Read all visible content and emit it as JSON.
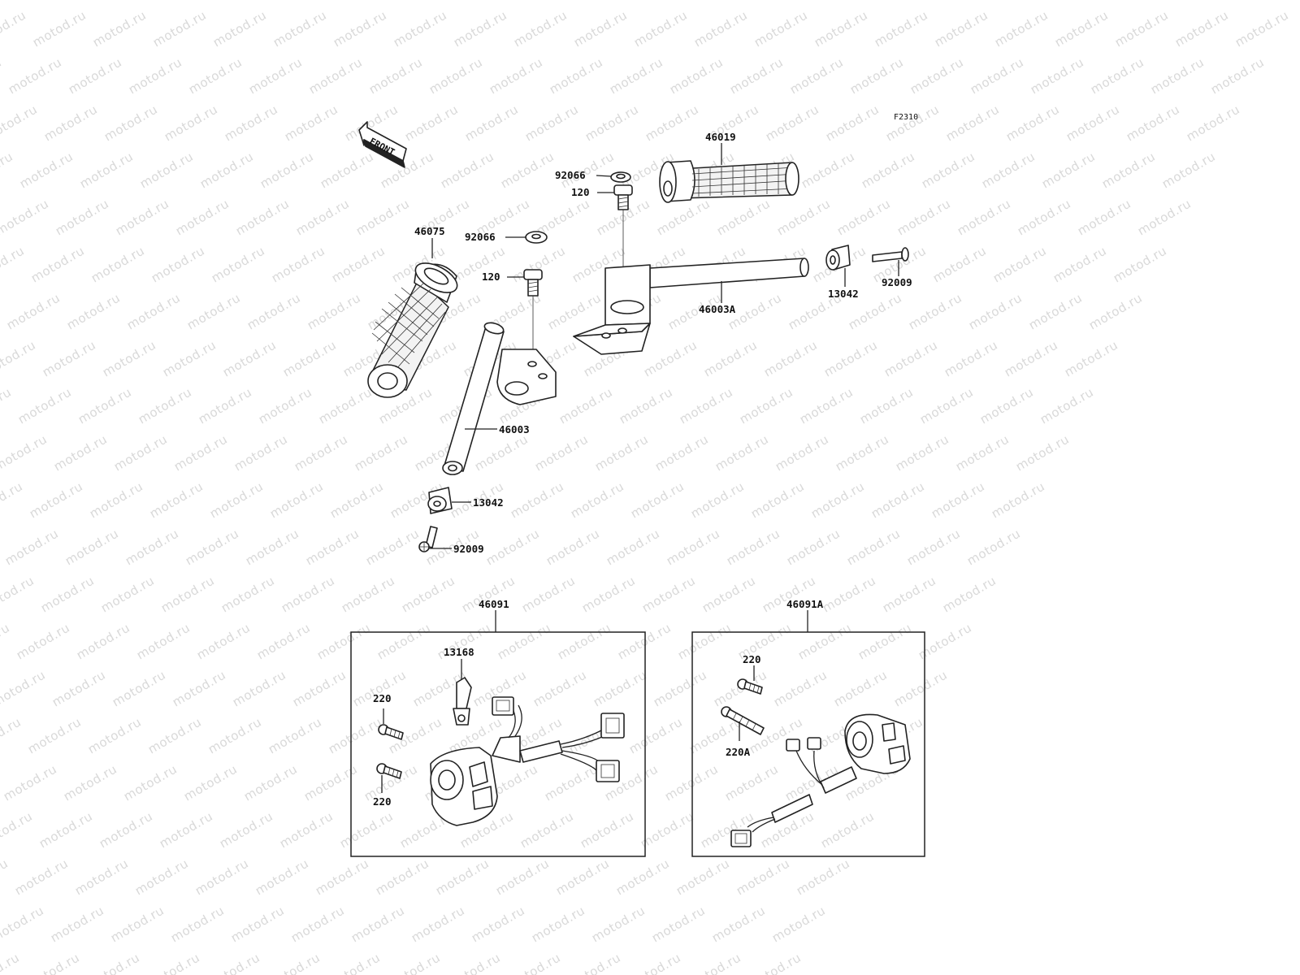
{
  "watermark_text": "motod.ru",
  "figure_code": "F2310",
  "front_label": "FRONT",
  "labels": {
    "p46019": "46019",
    "p92066_a": "92066",
    "p120_a": "120",
    "p46075": "46075",
    "p92066_b": "92066",
    "p120_b": "120",
    "p13042_a": "13042",
    "p92009_a": "92009",
    "p46003A": "46003A",
    "p46003": "46003",
    "p13042_b": "13042",
    "p92009_b": "92009",
    "p46091": "46091",
    "p46091A": "46091A",
    "p13168": "13168",
    "p220_a": "220",
    "p220_b": "220",
    "p220_c": "220",
    "p220A": "220A"
  }
}
